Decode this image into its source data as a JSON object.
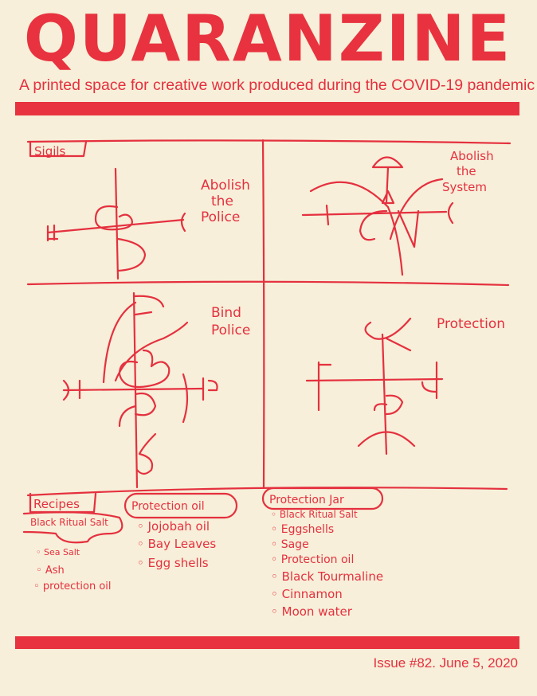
{
  "header": {
    "title": "QUARANZINE",
    "subtitle": "A printed space for creative work produced during the COVID-19 pandemic"
  },
  "sigils": {
    "heading": "Sigils",
    "panels": [
      {
        "label_lines": [
          "Abolish",
          "the",
          "Police"
        ]
      },
      {
        "label_lines": [
          "Abolish",
          "the",
          "System"
        ]
      },
      {
        "label_lines": [
          "Bind",
          "Police"
        ]
      },
      {
        "label_lines": [
          "Protection"
        ]
      }
    ]
  },
  "recipes": {
    "heading": "Recipes",
    "lists": [
      {
        "title": "Black Ritual Salt",
        "items": [
          "Sea Salt",
          "Ash",
          "protection oil"
        ]
      },
      {
        "title": "Protection oil",
        "items": [
          "Jojobah oil",
          "Bay Leaves",
          "Egg shells"
        ]
      },
      {
        "title": "Protection Jar",
        "items": [
          "Black Ritual Salt",
          "Eggshells",
          "Sage",
          "Protection oil",
          "Black Tourmaline",
          "Cinnamon",
          "Moon water"
        ]
      }
    ]
  },
  "footer": {
    "issue": "Issue #82. June 5, 2020"
  },
  "colors": {
    "accent": "#e8323f",
    "paper": "#f7efd9"
  }
}
